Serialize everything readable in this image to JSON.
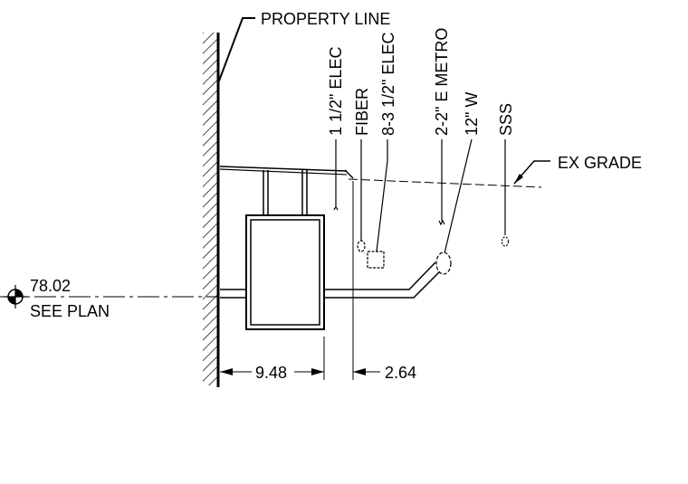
{
  "labels": {
    "property_line": "PROPERTY LINE",
    "ex_grade": "EX GRADE",
    "elevation": "78.02",
    "see_plan": "SEE PLAN",
    "dim_left": "9.48",
    "dim_right": "2.64"
  },
  "utilities": [
    {
      "label": "1 1/2\" ELEC"
    },
    {
      "label": "FIBER"
    },
    {
      "label": "8-3 1/2\" ELEC"
    },
    {
      "label": "2-2\" E METRO"
    },
    {
      "label": "12\" W"
    },
    {
      "label": "SSS"
    }
  ]
}
